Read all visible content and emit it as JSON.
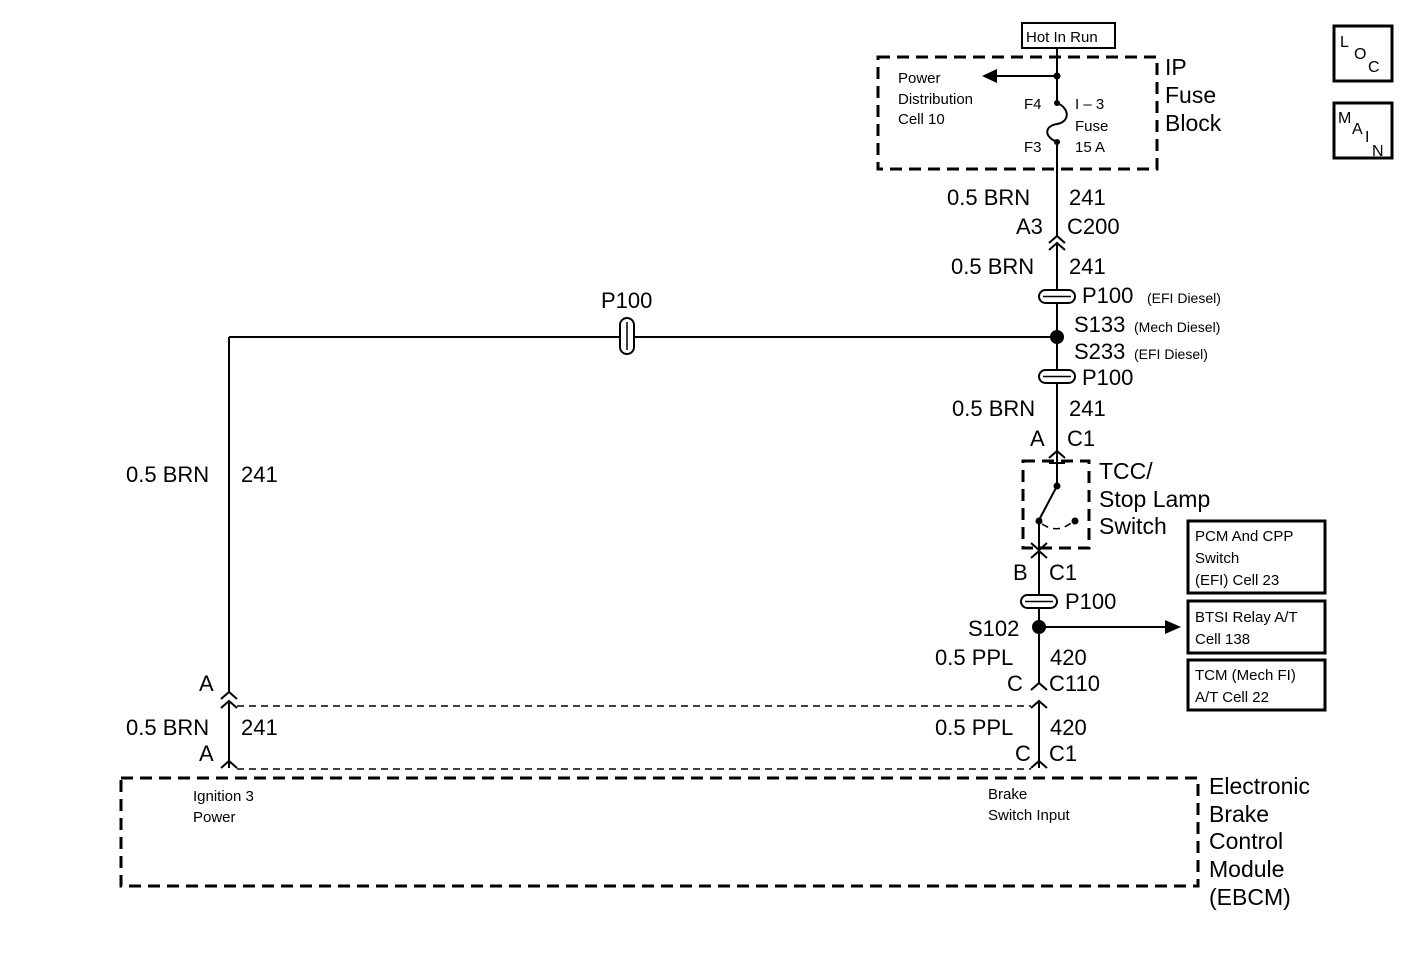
{
  "hot_in_run": "Hot In Run",
  "ip_fuse_block": {
    "line1": "IP",
    "line2": "Fuse",
    "line3": "Block"
  },
  "power_distribution": {
    "line1": "Power",
    "line2": "Distribution",
    "line3": "Cell 10"
  },
  "fuse": {
    "in_pin": "F4",
    "out_pin": "F3",
    "line1": "I – 3",
    "line2": "Fuse",
    "line3": "15 A"
  },
  "wire_upper": {
    "size": "0.5 BRN",
    "circuit": "241"
  },
  "c200": {
    "pin": "A3",
    "name": "C200"
  },
  "wire_c200": {
    "size": "0.5 BRN",
    "circuit": "241"
  },
  "p100_top": {
    "name": "P100",
    "note": "(EFI Diesel)"
  },
  "splice": {
    "s133": "S133",
    "s133_note": "(Mech Diesel)",
    "s233": "S233",
    "s233_note": "(EFI Diesel)"
  },
  "p100_mid": {
    "name": "P100"
  },
  "wire_switch": {
    "size": "0.5 BRN",
    "circuit": "241"
  },
  "switch_c1_top": {
    "pin": "A",
    "name": "C1"
  },
  "switch": {
    "line1": "TCC/",
    "line2": "Stop Lamp",
    "line3": "Switch"
  },
  "switch_c1_bottom": {
    "pin": "B",
    "name": "C1"
  },
  "p100_low": {
    "name": "P100"
  },
  "s102": "S102",
  "refs": [
    {
      "line1": "PCM And CPP",
      "line2": "Switch",
      "line3": "(EFI) Cell 23"
    },
    {
      "line1": "BTSI Relay A/T",
      "line2": "Cell 138"
    },
    {
      "line1": "TCM (Mech FI)",
      "line2": "A/T Cell 22"
    }
  ],
  "wire_ppl_upper": {
    "size": "0.5 PPL",
    "circuit": "420"
  },
  "c110_right": {
    "pin": "C",
    "name": "C110"
  },
  "wire_ppl_lower": {
    "size": "0.5 PPL",
    "circuit": "420"
  },
  "c1_right": {
    "pin": "C",
    "name": "C1"
  },
  "p100_left": {
    "name": "P100"
  },
  "wire_left": {
    "size": "0.5 BRN",
    "circuit": "241"
  },
  "c110_left": {
    "pin": "A"
  },
  "wire_left_lower": {
    "size": "0.5 BRN",
    "circuit": "241"
  },
  "c1_left": {
    "pin": "A"
  },
  "ebcm": {
    "line1": "Electronic",
    "line2": "Brake",
    "line3": "Control",
    "line4": "Module",
    "line5": "(EBCM)"
  },
  "ebcm_pin_left": {
    "line1": "Ignition 3",
    "line2": "Power"
  },
  "ebcm_pin_right": {
    "line1": "Brake",
    "line2": "Switch Input"
  },
  "nav_loc": {
    "l": "L",
    "o": "O",
    "c": "C"
  },
  "nav_main": {
    "m": "M",
    "a": "A",
    "i": "I",
    "n": "N"
  }
}
